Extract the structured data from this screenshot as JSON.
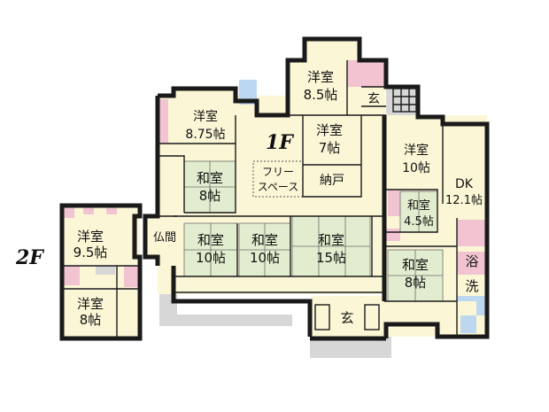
{
  "floor_labels": {
    "ground": "1F",
    "upper": "2F"
  },
  "rooms_1f": {
    "yoshitsu_875": [
      "洋室",
      "8.75帖"
    ],
    "yoshitsu_85": [
      "洋室",
      "8.5帖"
    ],
    "genkan_top": [
      "玄"
    ],
    "yoshitsu_7": [
      "洋室",
      "7帖"
    ],
    "free_space": [
      "フリー",
      "スペース"
    ],
    "nando": [
      "納戸"
    ],
    "yoshitsu_10": [
      "洋室",
      "10帖"
    ],
    "dk": [
      "DK",
      "12.1帖"
    ],
    "washitsu_8a": [
      "和室",
      "8帖"
    ],
    "washitsu_45": [
      "和室",
      "4.5帖"
    ],
    "butsuma": [
      "仏間"
    ],
    "washitsu_10a": [
      "和室",
      "10帖"
    ],
    "washitsu_10b": [
      "和室",
      "10帖"
    ],
    "washitsu_15": [
      "和室",
      "15帖"
    ],
    "washitsu_8b": [
      "和室",
      "8帖"
    ],
    "yoku": [
      "浴"
    ],
    "sen": [
      "洗"
    ],
    "genkan_bottom": [
      "玄"
    ]
  },
  "rooms_2f": {
    "yoshitsu_95": [
      "洋室",
      "9.5帖"
    ],
    "yoshitsu_8": [
      "洋室",
      "8帖"
    ]
  }
}
